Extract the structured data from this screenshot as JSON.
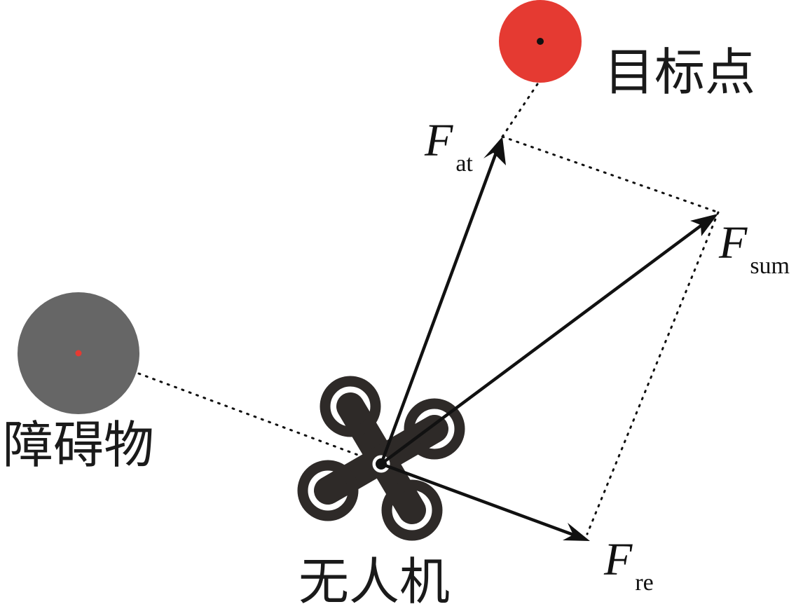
{
  "labels": {
    "target": "目标点",
    "obstacle": "障碍物",
    "uav": "无人机"
  },
  "forces": {
    "attractive": {
      "symbol": "F",
      "subscript": "at"
    },
    "sum": {
      "symbol": "F",
      "subscript": "sum"
    },
    "repulsive": {
      "symbol": "F",
      "subscript": "re"
    }
  },
  "colors": {
    "target": "#e53a32",
    "obstacle": "#666666",
    "obstacle_center": "#e53a32",
    "uav": "#2e2a28",
    "line": "#111111"
  },
  "icons": {
    "uav": "quadcopter-drone-icon"
  }
}
